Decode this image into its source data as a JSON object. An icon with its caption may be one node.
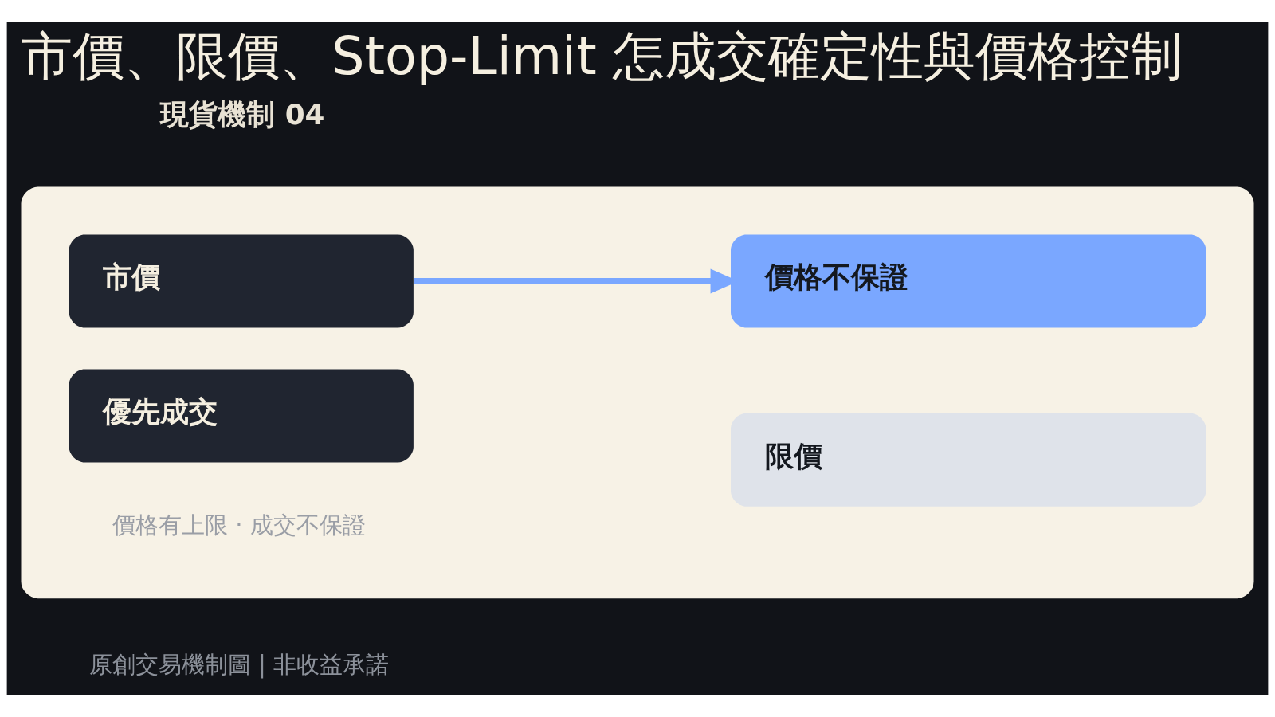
{
  "diagram": {
    "title": "市價、限價、Stop-Limit 怎成交確定性與價格控制",
    "nodes": [
      {
        "text": [],
        "shape": "box"
      },
      {
        "text": [
          "市價"
        ],
        "in": 0
      },
      {
        "text": [
          "優先成交"
        ],
        "in": 0
      },
      {
        "text": [
          "價格不保證"
        ],
        "in": 0
      },
      {
        "text": [
          "限價"
        ],
        "in": 0
      }
    ],
    "edges": [
      {
        "from": 1,
        "to": 3,
        "arrow": "to"
      }
    ],
    "labels": [
      "現貨機制 04",
      "價格有上限 · 成交不保證",
      "原創交易機制圖 | 非收益承諾"
    ]
  }
}
